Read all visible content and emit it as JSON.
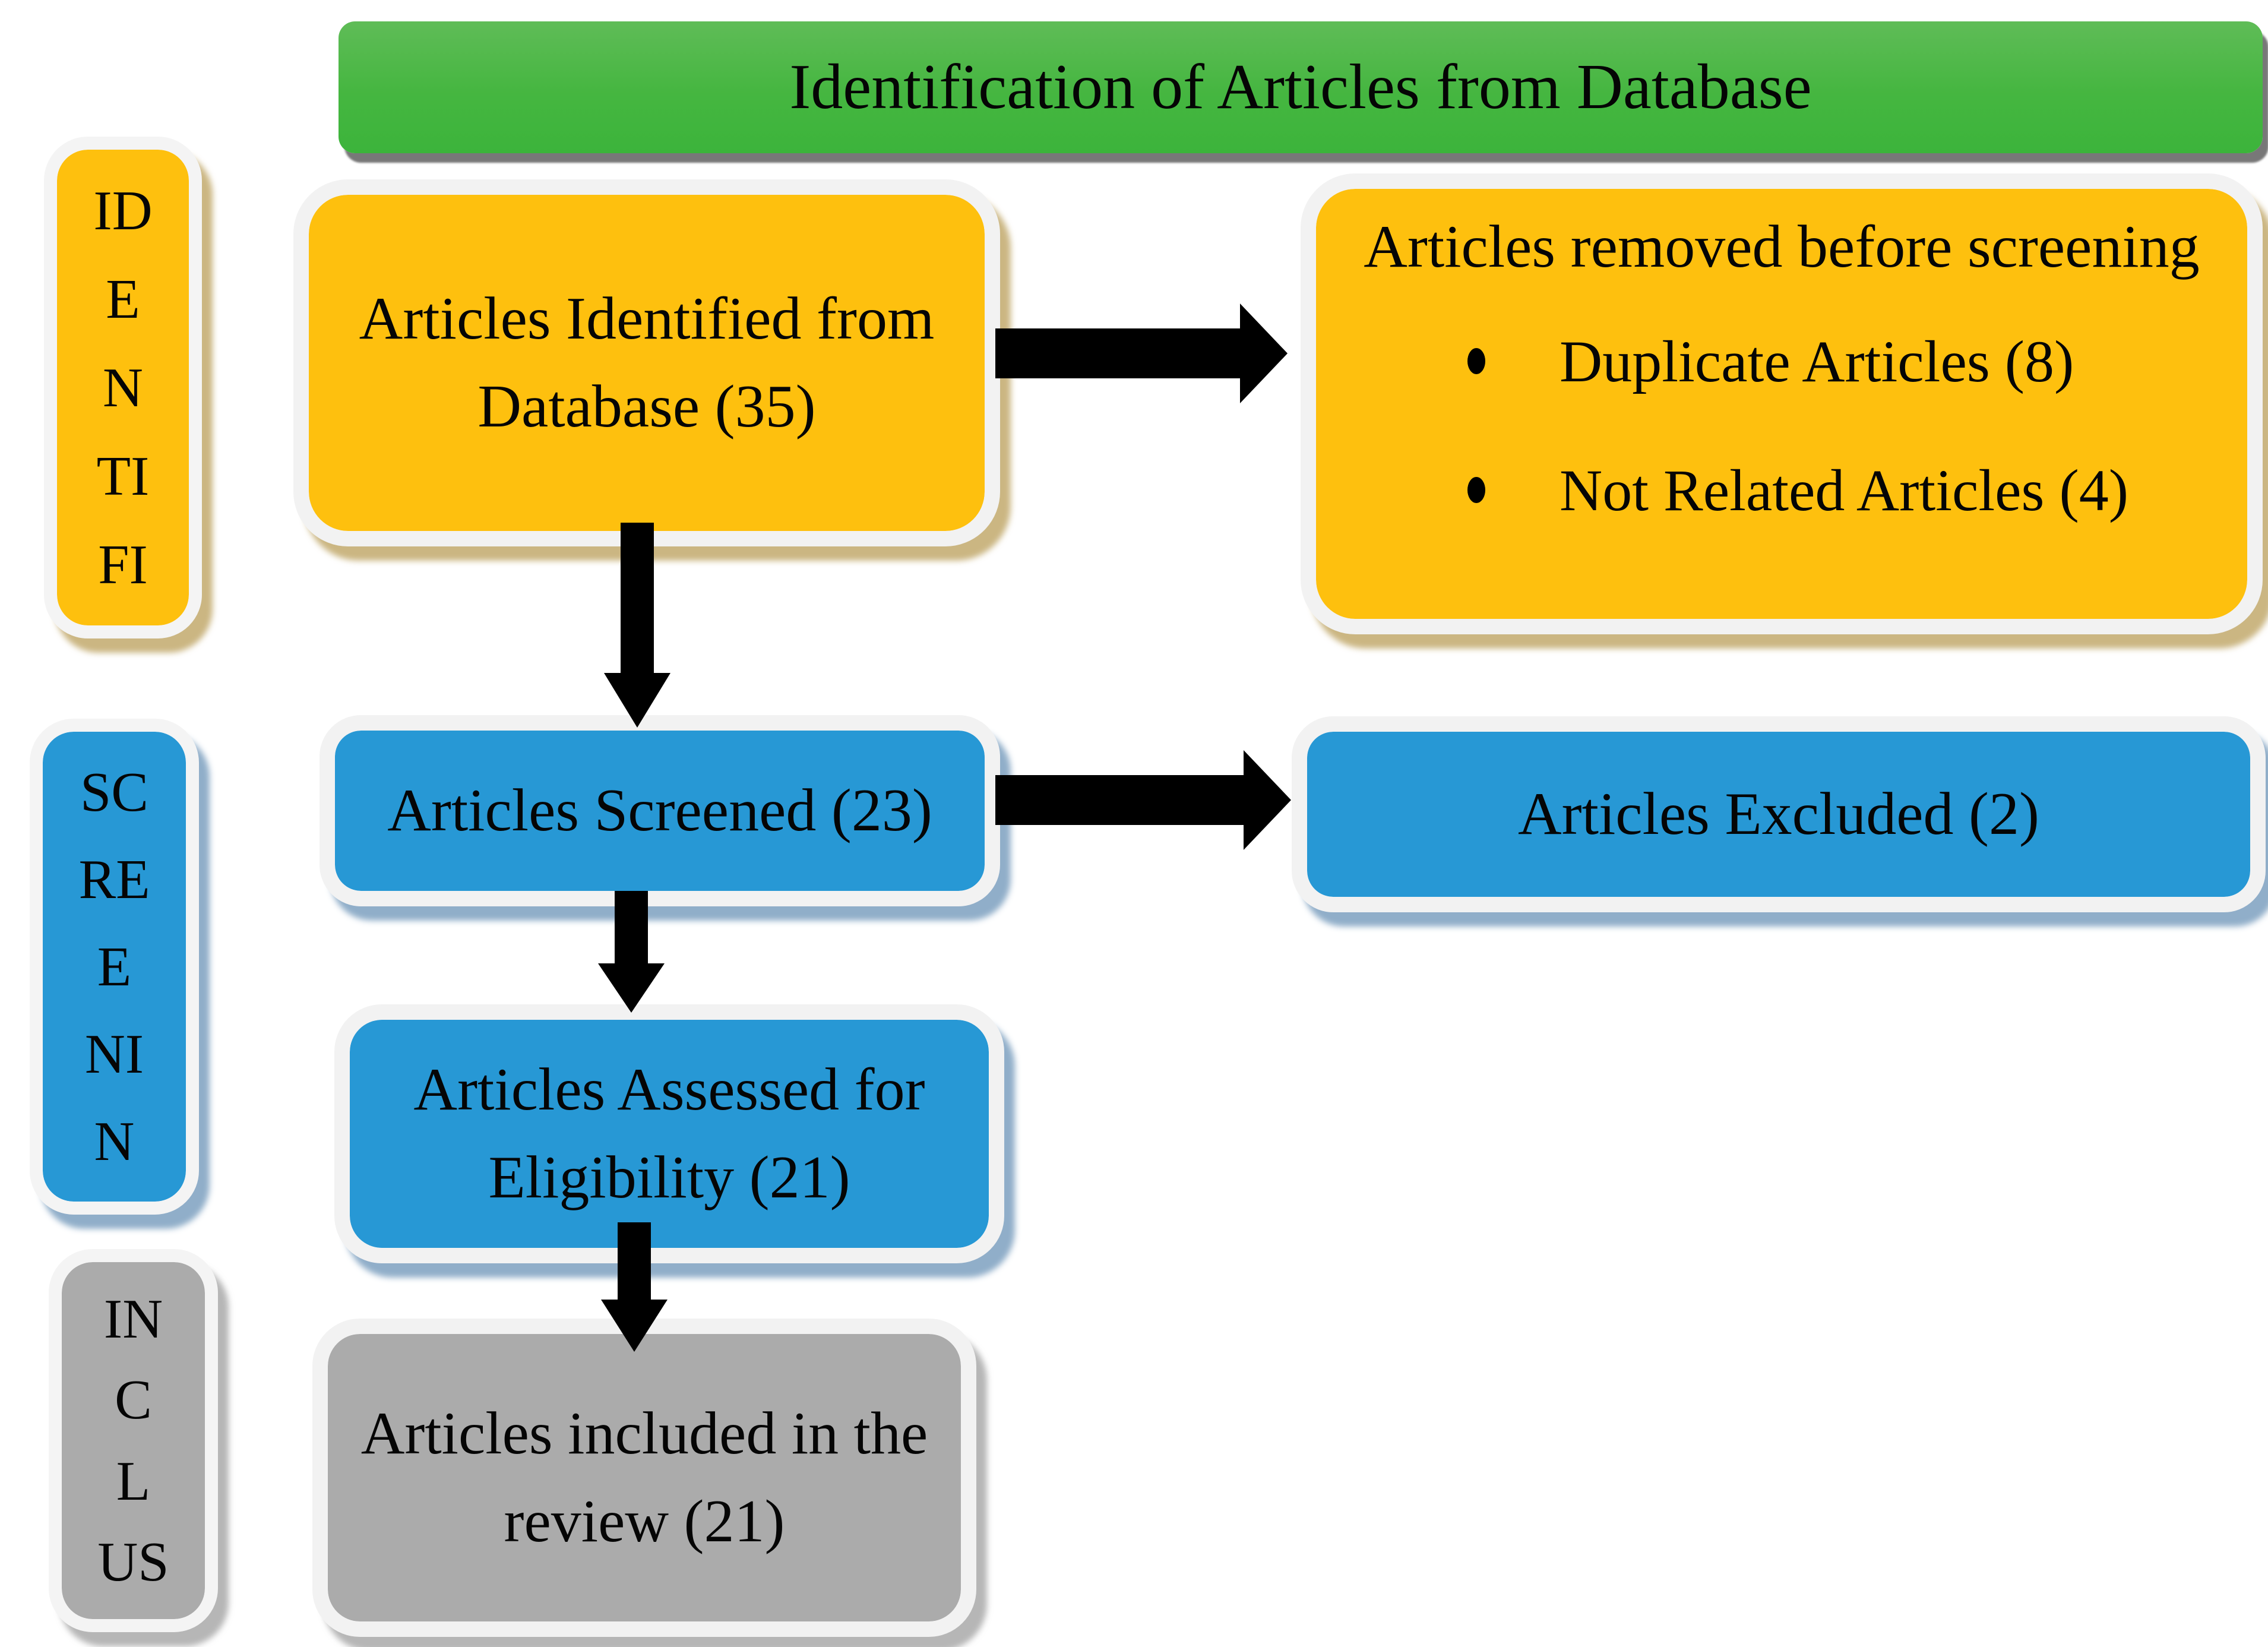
{
  "header": {
    "title": "Identification of Articles from Database"
  },
  "sidebar": {
    "identification": {
      "lines": [
        "ID",
        "E",
        "N",
        "TI",
        "FI"
      ]
    },
    "screening": {
      "lines": [
        "SC",
        "RE",
        "E",
        "NI",
        "N"
      ]
    },
    "inclusion": {
      "lines": [
        "IN",
        "C",
        "L",
        "US"
      ]
    }
  },
  "boxes": {
    "identified": {
      "lines": [
        "Articles Identified from",
        "Database (35)"
      ]
    },
    "removed": {
      "title": "Articles removed before screening",
      "bullets": [
        "Duplicate Articles (8)",
        "Not Related Articles (4)"
      ]
    },
    "screened": {
      "label": "Articles Screened (23)"
    },
    "excluded": {
      "label": "Articles Excluded (2)"
    },
    "assessed": {
      "lines": [
        "Articles Assessed for",
        "Eligibility (21)"
      ]
    },
    "included": {
      "lines": [
        "Articles included in the",
        "review (21)"
      ]
    }
  },
  "colors": {
    "yellow": "#FEC00E",
    "blue": "#2798D5",
    "gray": "#ABABAB",
    "green_top": "#5FBC57",
    "green_mid": "#45B640",
    "green_bottom": "#3CB43B",
    "arrow": "#000000",
    "text": "#050505"
  }
}
